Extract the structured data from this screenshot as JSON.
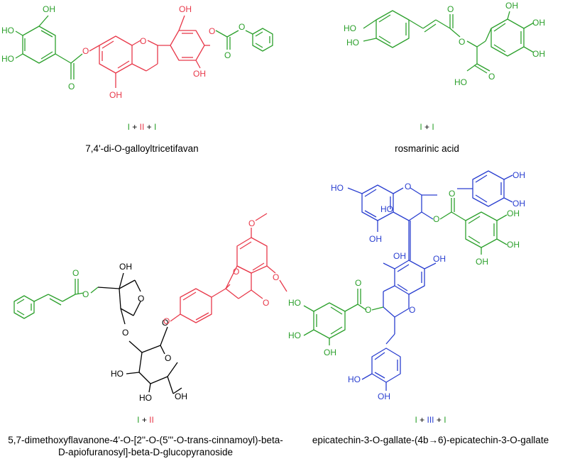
{
  "colors": {
    "green": "#2ca02c",
    "red": "#e8394a",
    "blue": "#2a3fd0",
    "black": "#000000"
  },
  "panels": [
    {
      "name": "7,4'-di-O-galloyltricetifavan",
      "legend": [
        {
          "text": "I",
          "color": "#2ca02c"
        },
        {
          "text": " + ",
          "color": "#000000"
        },
        {
          "text": "II",
          "color": "#e8394a"
        },
        {
          "text": " + ",
          "color": "#000000"
        },
        {
          "text": "I",
          "color": "#2ca02c"
        }
      ]
    },
    {
      "name": "rosmarinic acid",
      "legend": [
        {
          "text": "I",
          "color": "#2ca02c"
        },
        {
          "text": " + ",
          "color": "#000000"
        },
        {
          "text": "I",
          "color": "#2ca02c"
        }
      ]
    },
    {
      "name_lines": [
        "5,7-dimethoxyflavanone-4'-O-[2''-O-(5'''-O-trans-cinnamoyl)-beta-",
        "D-apiofuranosyl]-beta-D-glucopyranoside"
      ],
      "legend": [
        {
          "text": "I",
          "color": "#2ca02c"
        },
        {
          "text": " + ",
          "color": "#000000"
        },
        {
          "text": "II",
          "color": "#e8394a"
        }
      ]
    },
    {
      "name": "epicatechin-3-O-gallate-(4b→6)-epicatechin-3-O-gallate",
      "legend": [
        {
          "text": "I",
          "color": "#2ca02c"
        },
        {
          "text": " + ",
          "color": "#000000"
        },
        {
          "text": "III",
          "color": "#2a3fd0"
        },
        {
          "text": " + ",
          "color": "#000000"
        },
        {
          "text": "I",
          "color": "#2ca02c"
        }
      ]
    }
  ],
  "atom_labels": {
    "OH": "OH",
    "HO": "HO",
    "O": "O"
  }
}
